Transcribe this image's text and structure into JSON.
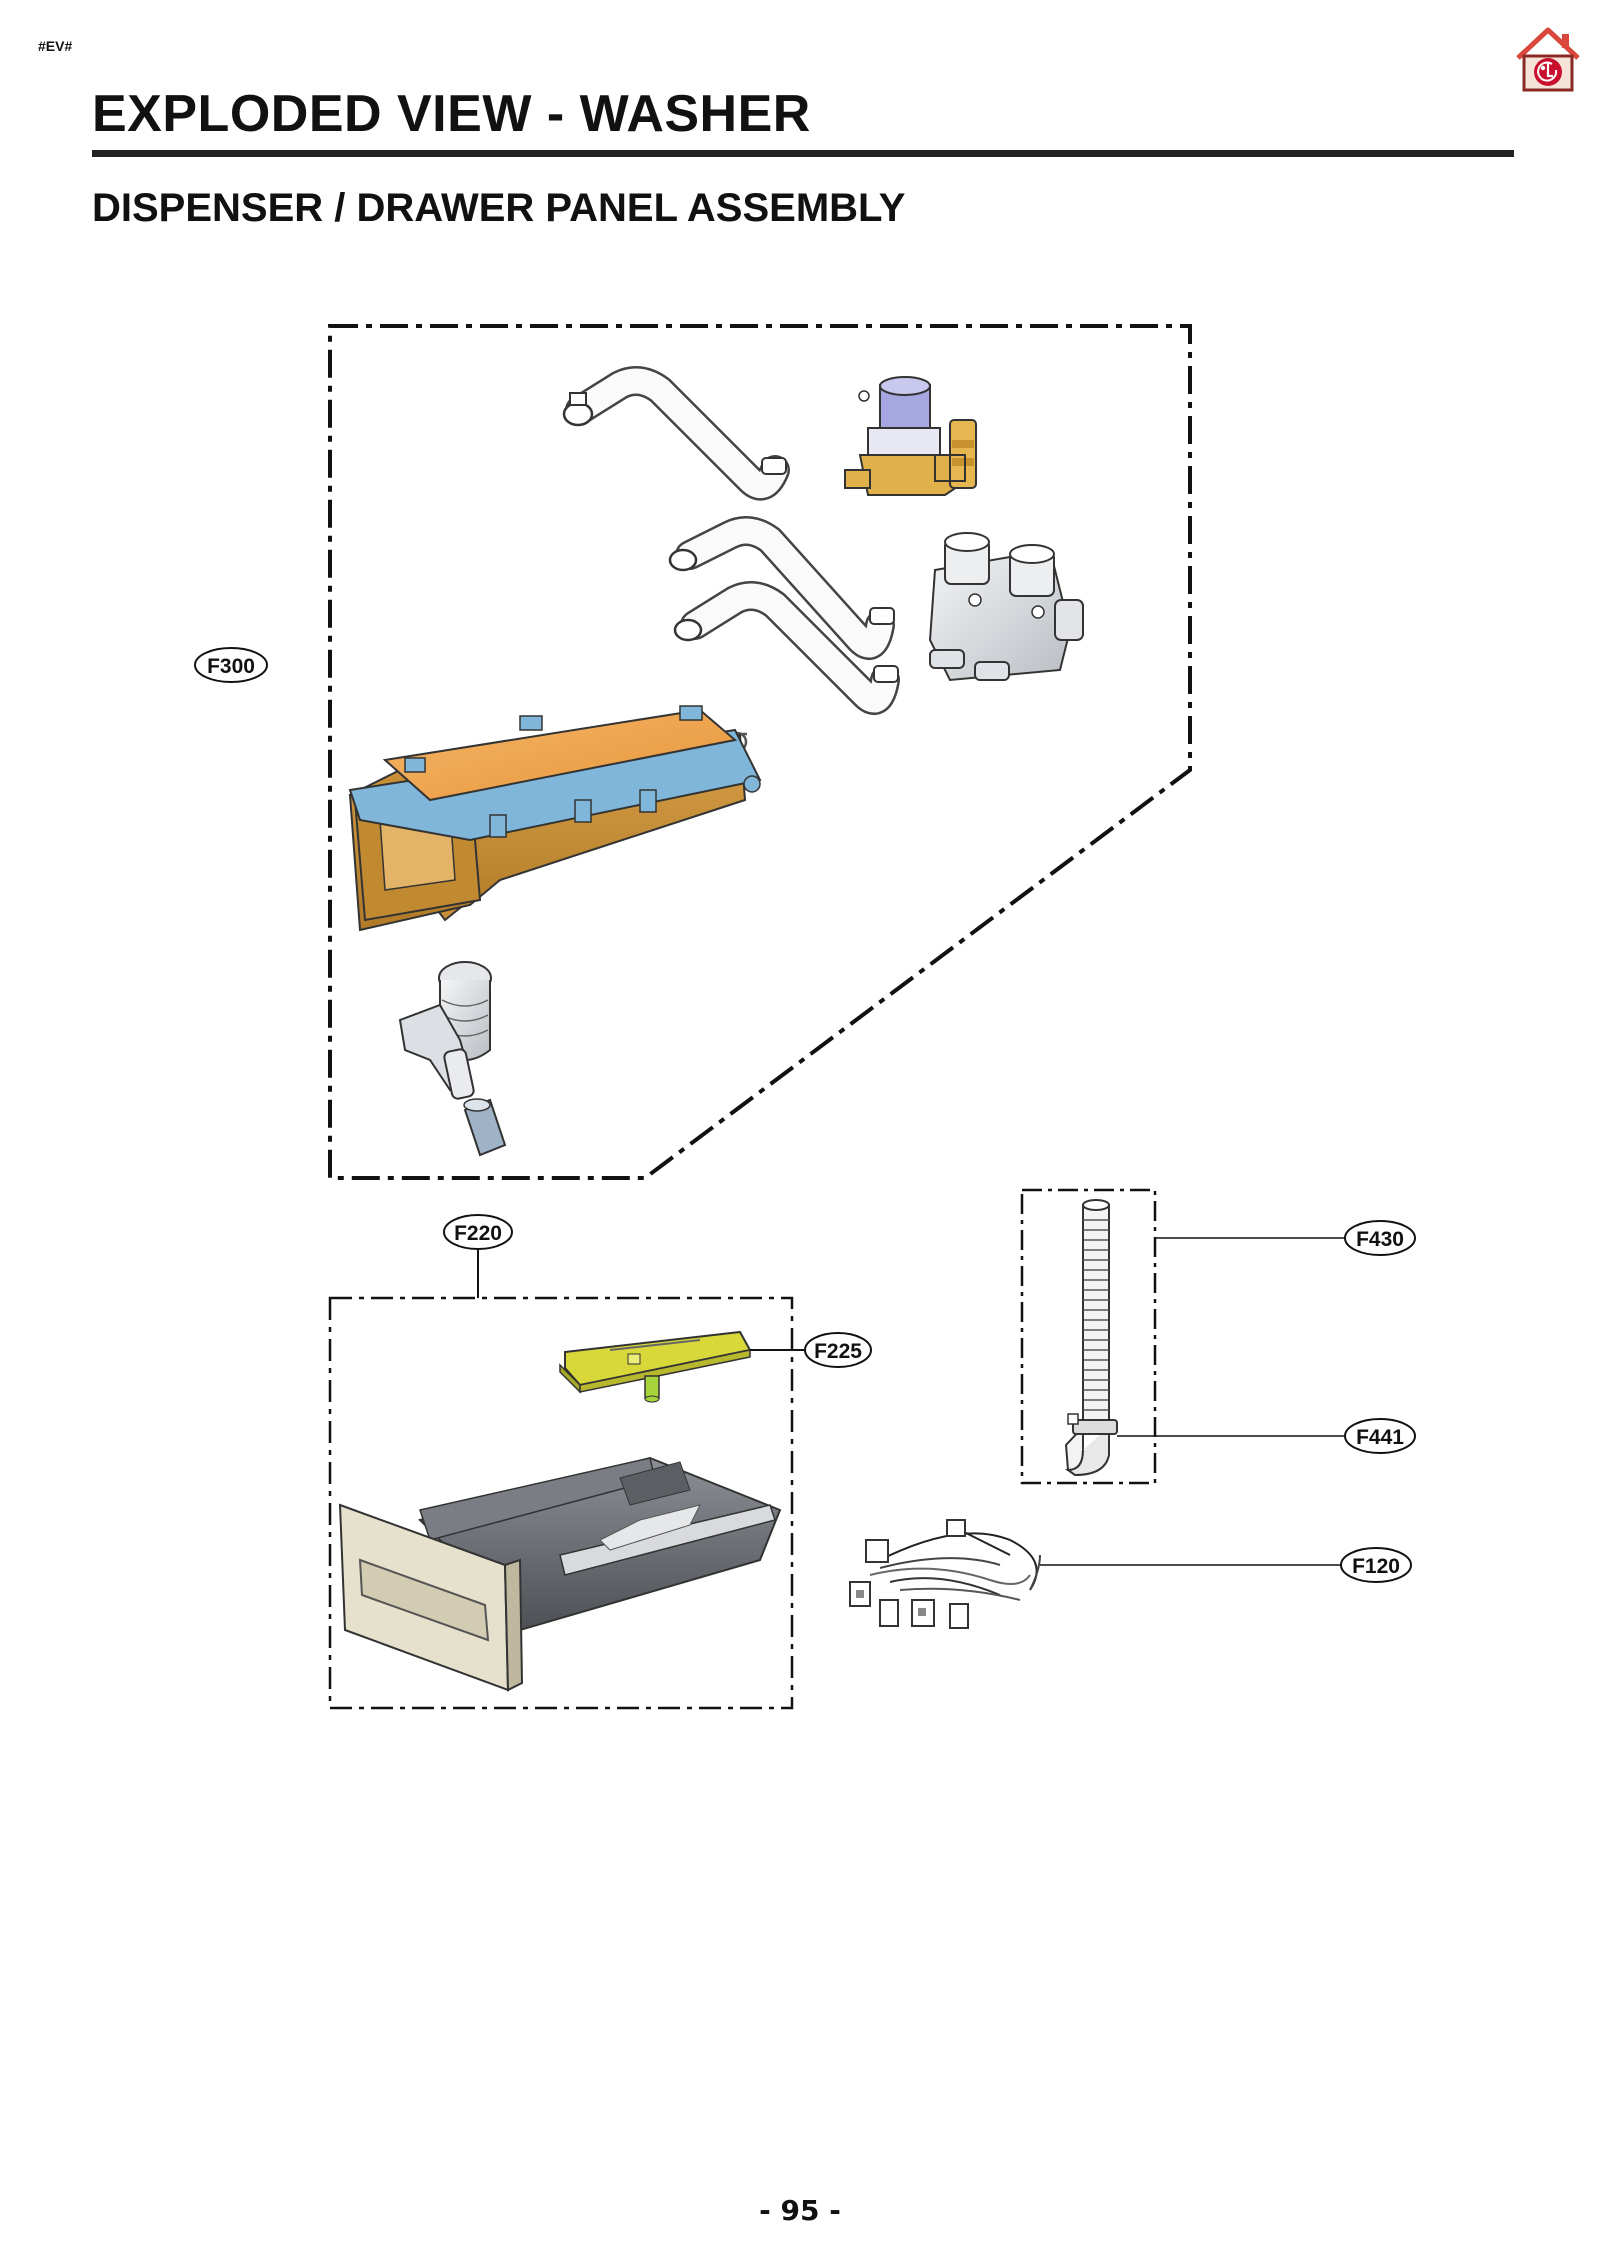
{
  "header": {
    "doc_code": "#EV#",
    "title": "EXPLODED VIEW - WASHER",
    "subtitle": "DISPENSER / DRAWER PANEL ASSEMBLY"
  },
  "callouts": {
    "f300": "F300",
    "f220": "F220",
    "f225": "F225",
    "f430": "F430",
    "f441": "F441",
    "f120": "F120"
  },
  "footer": {
    "page_number": "- 95 -"
  },
  "colors": {
    "dispenser_lid": "#f0a54f",
    "dispenser_body": "#d49a3d",
    "dispenser_frame": "#7fb6d9",
    "valve_body": "#e0e4e8",
    "valve_brass": "#e0b04a",
    "valve_coil": "#9a9ad6",
    "drawer_cover": "#d8d83a",
    "drawer_body": "#6f7378",
    "drawer_panel": "#e6e1cc",
    "logo_red": "#c8102e",
    "logo_house": "#e85a5a"
  }
}
